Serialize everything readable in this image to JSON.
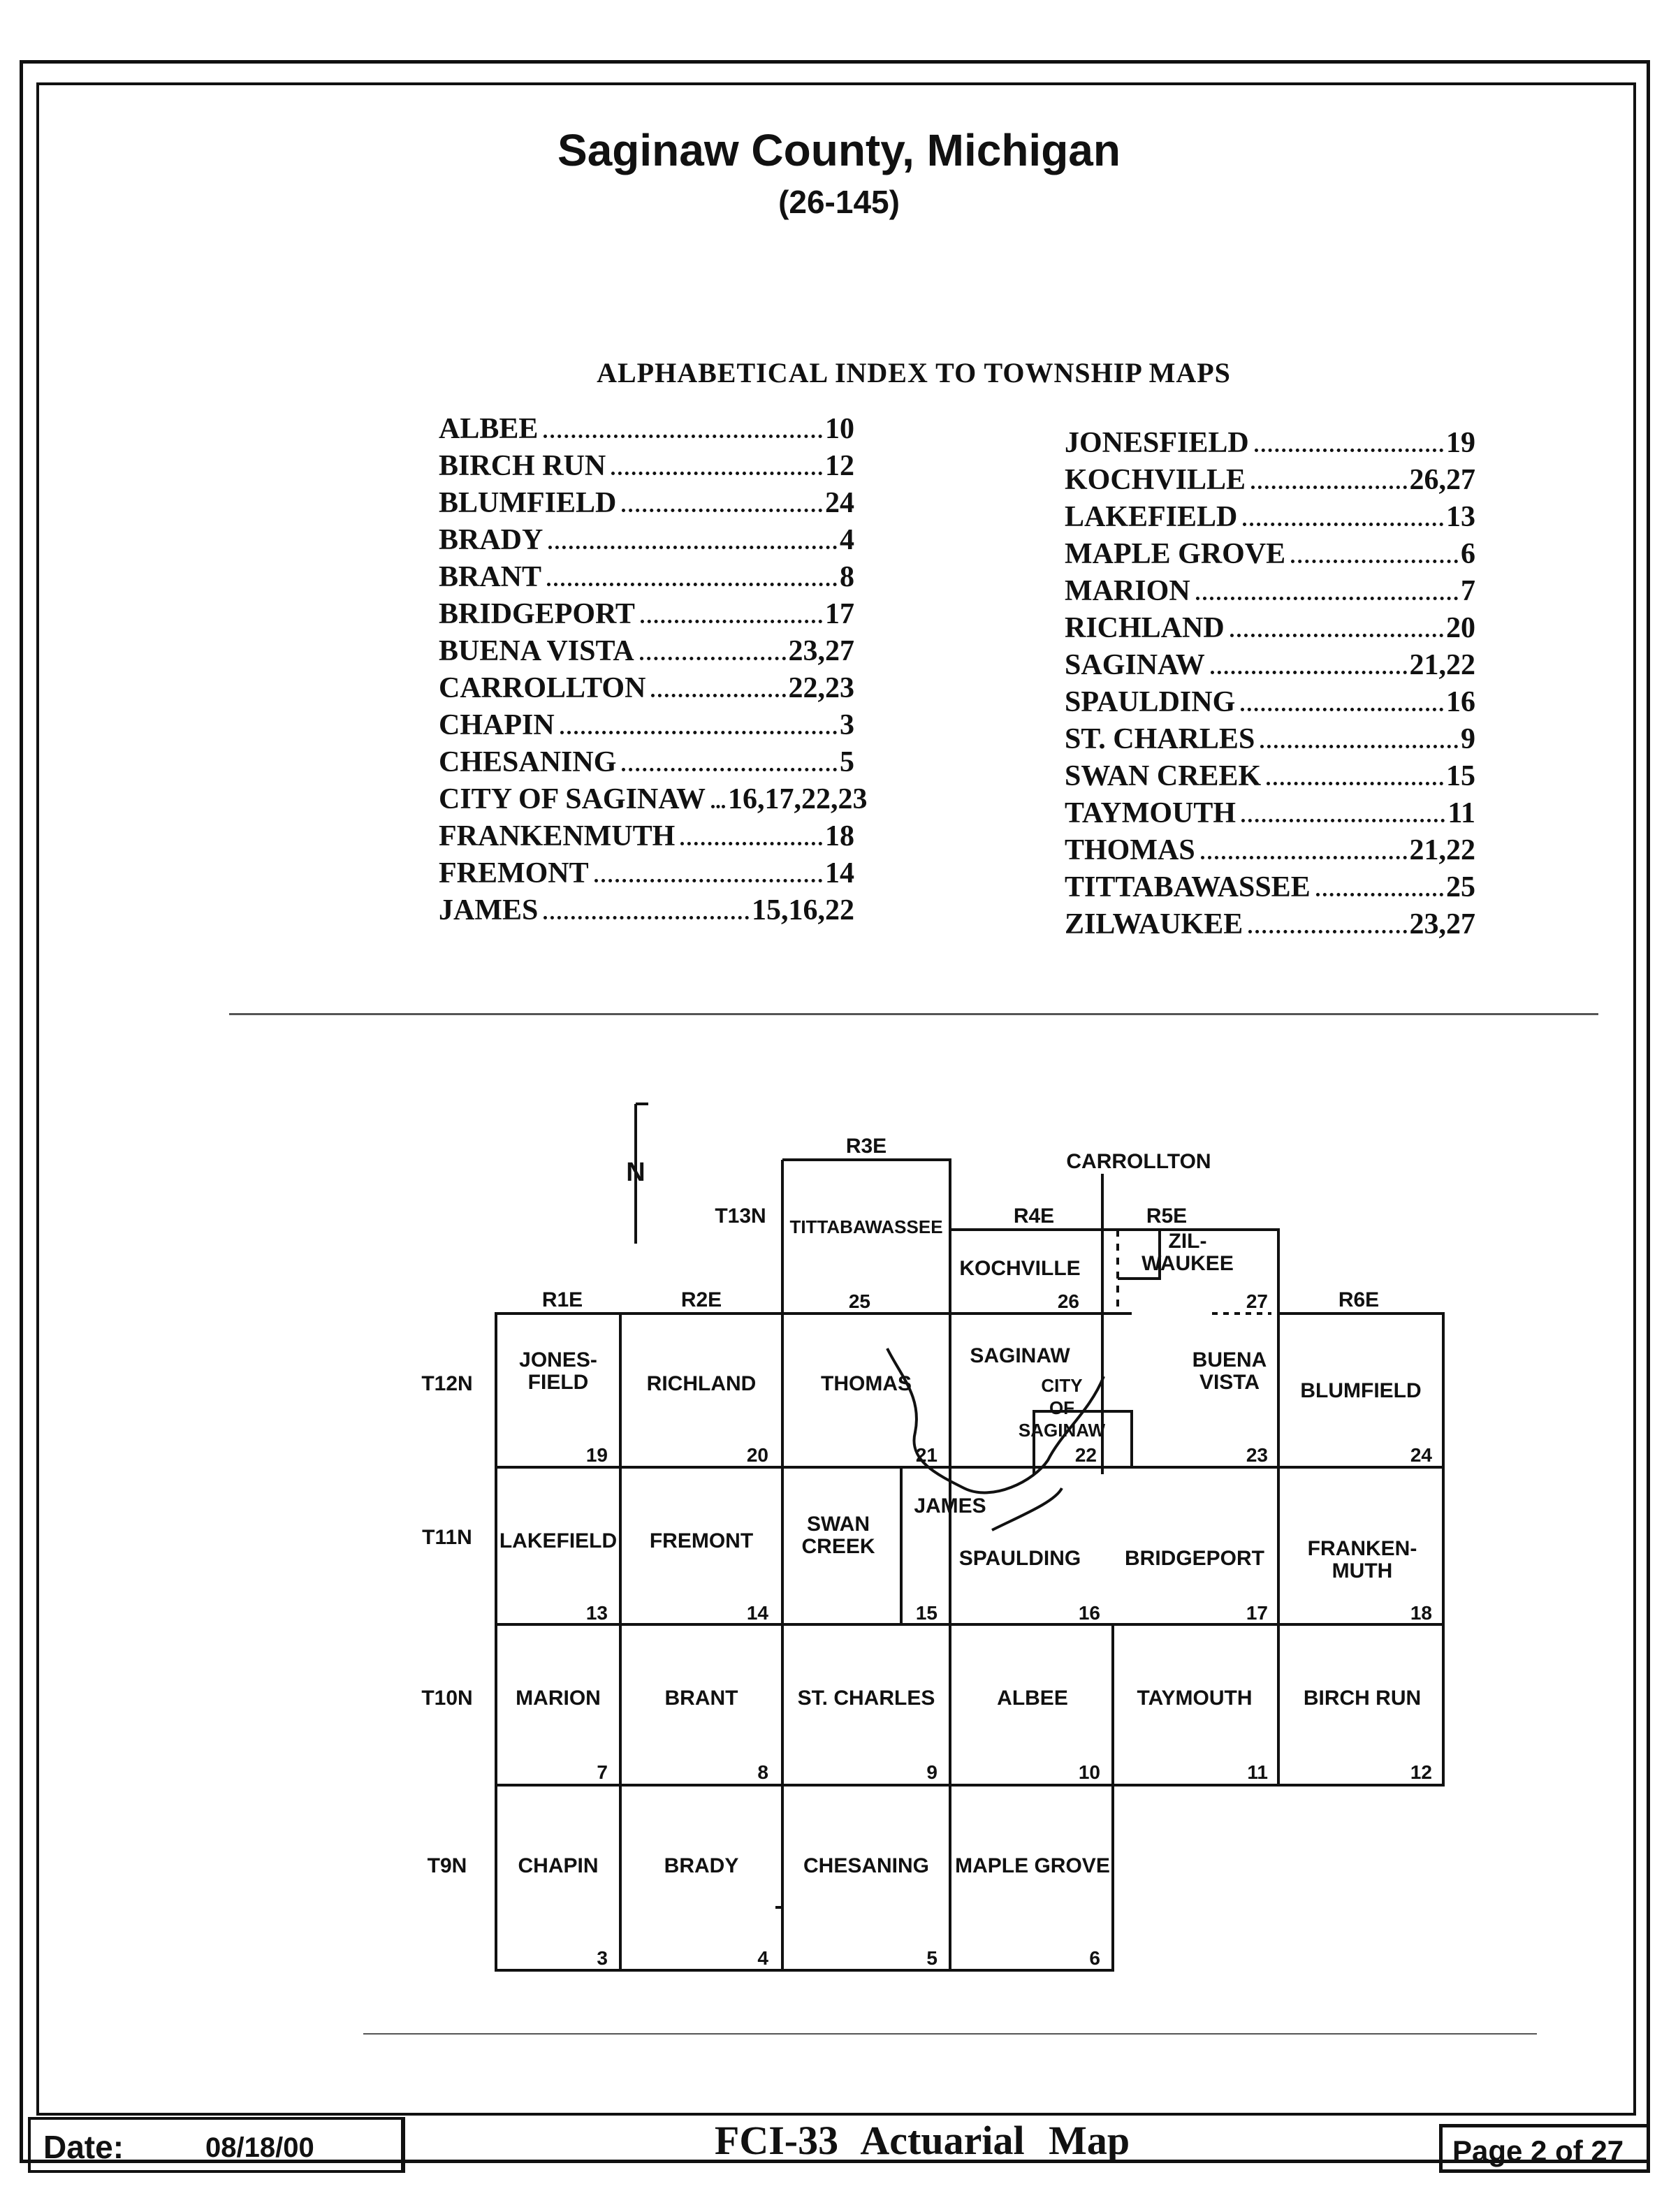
{
  "header": {
    "title": "Saginaw County, Michigan",
    "code": "(26-145)"
  },
  "index": {
    "heading": "ALPHABETICAL INDEX TO TOWNSHIP MAPS",
    "left": [
      {
        "name": "ALBEE",
        "pages": "10"
      },
      {
        "name": "BIRCH RUN",
        "pages": "12"
      },
      {
        "name": "BLUMFIELD",
        "pages": "24"
      },
      {
        "name": "BRADY",
        "pages": "4"
      },
      {
        "name": "BRANT",
        "pages": "8"
      },
      {
        "name": "BRIDGEPORT",
        "pages": "17"
      },
      {
        "name": "BUENA VISTA",
        "pages": "23,27"
      },
      {
        "name": "CARROLLTON",
        "pages": "22,23"
      },
      {
        "name": "CHAPIN",
        "pages": "3"
      },
      {
        "name": "CHESANING",
        "pages": "5"
      },
      {
        "name": "CITY OF SAGINAW",
        "pages": "16,17,22,23"
      },
      {
        "name": "FRANKENMUTH",
        "pages": "18"
      },
      {
        "name": "FREMONT",
        "pages": "14"
      },
      {
        "name": "JAMES",
        "pages": "15,16,22"
      }
    ],
    "right": [
      {
        "name": "JONESFIELD",
        "pages": "19"
      },
      {
        "name": "KOCHVILLE",
        "pages": "26,27"
      },
      {
        "name": "LAKEFIELD",
        "pages": "13"
      },
      {
        "name": "MAPLE GROVE",
        "pages": "6"
      },
      {
        "name": "MARION",
        "pages": "7"
      },
      {
        "name": "RICHLAND",
        "pages": "20"
      },
      {
        "name": "SAGINAW",
        "pages": "21,22"
      },
      {
        "name": "SPAULDING",
        "pages": "16"
      },
      {
        "name": "ST. CHARLES",
        "pages": "9"
      },
      {
        "name": "SWAN CREEK",
        "pages": "15"
      },
      {
        "name": "TAYMOUTH",
        "pages": "11"
      },
      {
        "name": "THOMAS",
        "pages": "21,22"
      },
      {
        "name": "TITTABAWASSEE",
        "pages": "25"
      },
      {
        "name": "ZILWAUKEE",
        "pages": "23,27"
      }
    ]
  },
  "map": {
    "north_label": "N",
    "ranges": [
      "R1E",
      "R2E",
      "R3E",
      "R4E",
      "R5E",
      "R6E"
    ],
    "tiers": [
      "T13N",
      "T12N",
      "T11N",
      "T10N",
      "T9N"
    ],
    "carrollton": "CARROLLTON",
    "townships": [
      {
        "name": "TITTABAWASSEE",
        "page": "25"
      },
      {
        "name": "KOCHVILLE",
        "page": "26"
      },
      {
        "name": "ZILWAUKEE",
        "page": "27"
      },
      {
        "name": "JONESFIELD",
        "page": "19"
      },
      {
        "name": "RICHLAND",
        "page": "20"
      },
      {
        "name": "THOMAS",
        "page": "21"
      },
      {
        "name": "SAGINAW",
        "page": ""
      },
      {
        "name": "CITY OF SAGINAW",
        "page": "22"
      },
      {
        "name": "BUENA VISTA",
        "page": "23"
      },
      {
        "name": "BLUMFIELD",
        "page": "24"
      },
      {
        "name": "LAKEFIELD",
        "page": "13"
      },
      {
        "name": "FREMONT",
        "page": "14"
      },
      {
        "name": "SWAN CREEK",
        "page": "15"
      },
      {
        "name": "JAMES",
        "page": ""
      },
      {
        "name": "SPAULDING",
        "page": "16"
      },
      {
        "name": "BRIDGEPORT",
        "page": "17"
      },
      {
        "name": "FRANKENMUTH",
        "page": "18"
      },
      {
        "name": "MARION",
        "page": "7"
      },
      {
        "name": "BRANT",
        "page": "8"
      },
      {
        "name": "ST. CHARLES",
        "page": "9"
      },
      {
        "name": "ALBEE",
        "page": "10"
      },
      {
        "name": "TAYMOUTH",
        "page": "11"
      },
      {
        "name": "BIRCH RUN",
        "page": "12"
      },
      {
        "name": "CHAPIN",
        "page": "3"
      },
      {
        "name": "BRADY",
        "page": "4"
      },
      {
        "name": "CHESANING",
        "page": "5"
      },
      {
        "name": "MAPLE GROVE",
        "page": "6"
      }
    ]
  },
  "footer": {
    "date_label": "Date:",
    "date_value": "08/18/00",
    "title": "FCI-33 Actuarial Map",
    "page": "Page 2 of 27"
  }
}
